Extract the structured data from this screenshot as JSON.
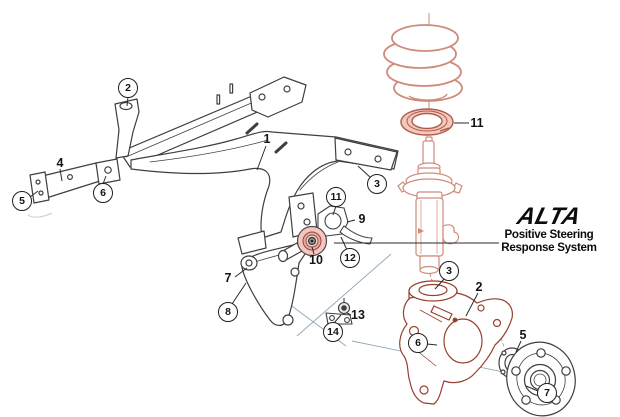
{
  "branding": {
    "logo_text": "ALTA",
    "tagline_line1": "Positive Steering",
    "tagline_line2": "Response System"
  },
  "callouts": [
    {
      "number": "2",
      "style": "circled"
    },
    {
      "number": "1",
      "style": "plain"
    },
    {
      "number": "4",
      "style": "plain"
    },
    {
      "number": "5",
      "style": "circled"
    },
    {
      "number": "6",
      "style": "circled"
    },
    {
      "number": "3",
      "style": "circled"
    },
    {
      "number": "11",
      "style": "circled"
    },
    {
      "number": "9",
      "style": "plain"
    },
    {
      "number": "10",
      "style": "plain"
    },
    {
      "number": "12",
      "style": "circled"
    },
    {
      "number": "7",
      "style": "plain"
    },
    {
      "number": "8",
      "style": "circled"
    },
    {
      "number": "13",
      "style": "plain"
    },
    {
      "number": "14",
      "style": "circled"
    },
    {
      "number": "11",
      "style": "plain"
    },
    {
      "number": "3",
      "style": "circled"
    },
    {
      "number": "2",
      "style": "plain"
    },
    {
      "number": "6",
      "style": "circled"
    },
    {
      "number": "5",
      "style": "plain"
    },
    {
      "number": "7",
      "style": "circled"
    }
  ],
  "colors": {
    "line_dark": "#3f3f3f",
    "line_salmon": "#cf8a7a",
    "line_maroon": "#97402f",
    "bushing_highlight": "#f6c5c0",
    "guide_blue": "#8fa8b8",
    "leader_black": "#2b2b2b"
  }
}
